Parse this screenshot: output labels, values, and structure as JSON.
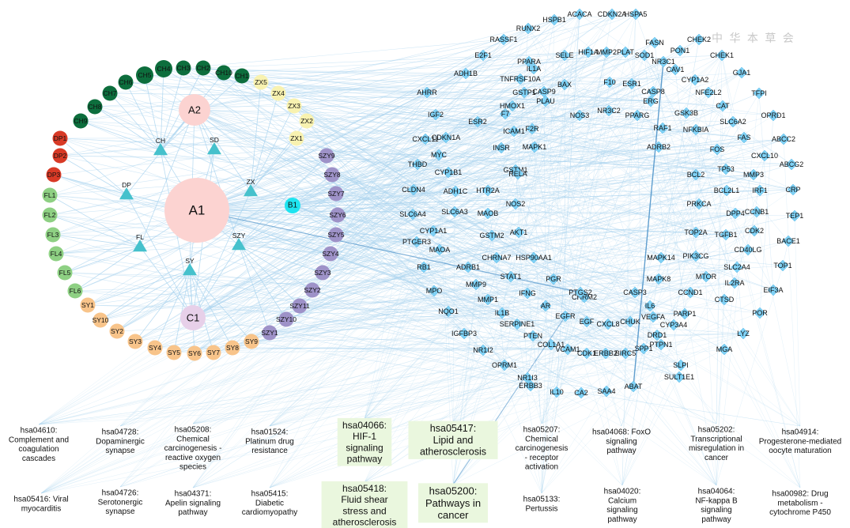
{
  "watermark": "中 华 本 草 会",
  "colors": {
    "edge": "#a9d3ef",
    "edge_strong": "#4f93c9",
    "A": "#fcd3d1",
    "B": "#1ee4f0",
    "C": "#e7d0e9",
    "herb_triangle": "#46c1cc",
    "CH": "#0d6e3d",
    "DP": "#d83a26",
    "FL": "#8ed083",
    "SY": "#f8c48a",
    "SZY": "#9e92c8",
    "ZX": "#f8f2b0",
    "gene": "#7fd1f5",
    "pathway_bg": "#eaf7de"
  },
  "big_nodes": [
    {
      "id": "A1",
      "label": "A1"
    },
    {
      "id": "A2",
      "label": "A2"
    },
    {
      "id": "B1",
      "label": "B1"
    },
    {
      "id": "C1",
      "label": "C1"
    }
  ],
  "herbs": [
    {
      "id": "CH",
      "label": "CH"
    },
    {
      "id": "SD",
      "label": "SD"
    },
    {
      "id": "DP",
      "label": "DP"
    },
    {
      "id": "ZX",
      "label": "ZX"
    },
    {
      "id": "FL",
      "label": "FL"
    },
    {
      "id": "SZY",
      "label": "SZY"
    },
    {
      "id": "SY",
      "label": "SY"
    }
  ],
  "compounds": {
    "CH": [
      "CH1",
      "CH10",
      "CH2",
      "CH3",
      "CH4",
      "CH5",
      "CH6",
      "CH7",
      "CH8",
      "CH9"
    ],
    "DP": [
      "DP1",
      "DP2",
      "DP3"
    ],
    "FL": [
      "FL1",
      "FL2",
      "FL3",
      "FL4",
      "FL5",
      "FL6"
    ],
    "SY": [
      "SY1",
      "SY10",
      "SY2",
      "SY3",
      "SY4",
      "SY5",
      "SY6",
      "SY7",
      "SY8",
      "SY9"
    ],
    "SZY": [
      "SZY1",
      "SZY10",
      "SZY11",
      "SZY2",
      "SZY3",
      "SZY4",
      "SZY5",
      "SZY6",
      "SZY7",
      "SZY8",
      "SZY9"
    ],
    "ZX": [
      "ZX1",
      "ZX2",
      "ZX3",
      "ZX4",
      "ZX5"
    ]
  },
  "genes": [
    "ACACA",
    "CDKN2A",
    "HSPA5",
    "HSPB1",
    "RUNX2",
    "FASN",
    "PON1",
    "RASSF1",
    "CHEK2",
    "E2F1",
    "SELE",
    "HIF1A",
    "MMP2",
    "PLAT",
    "SOD1",
    "PPARA",
    "NR3C1",
    "CHEK1",
    "ADH1B",
    "IL1A",
    "TNFRSF10A",
    "CAV1",
    "GJA1",
    "AHRR",
    "GSTP1",
    "BAX",
    "F10",
    "ESR1",
    "CYP1A2",
    "NFE2L2",
    "TFPI",
    "CASP9",
    "CASP8",
    "HMOX1",
    "PLAU",
    "ERG",
    "CAT",
    "IGF2",
    "F7",
    "NOS3",
    "NR3C2",
    "PPARG",
    "GSK3B",
    "OPRD1",
    "ESR2",
    "ICAM1",
    "SLC6A2",
    "CXCL11",
    "CDKN1A",
    "F2R",
    "RAF1",
    "NFKBIA",
    "FAS",
    "ABCC2",
    "MAPK1",
    "MYC",
    "INSR",
    "ADRB2",
    "FOS",
    "CXCL10",
    "THBD",
    "CYP1B1",
    "GSTM1",
    "RELA",
    "BCL2",
    "TP53",
    "MMP3",
    "ABCG2",
    "CLDN4",
    "ADH1C",
    "HTR2A",
    "BCL2L1",
    "IRF1",
    "CRP",
    "NOS2",
    "SLC6A4",
    "SLC6A3",
    "MAOB",
    "PRKCA",
    "DPP4",
    "CCNB1",
    "TEP1",
    "CYP1A1",
    "AKT1",
    "TOP2A",
    "TGFB1",
    "BACE1",
    "PTGER3",
    "GSTM2",
    "CDK2",
    "MAOA",
    "CHRNA7",
    "HSP90AA1",
    "MAPK14",
    "PIK3CG",
    "CD40LG",
    "TOP1",
    "RB1",
    "ADRB1",
    "SLC2A4",
    "STAT1",
    "PGR",
    "MAPK8",
    "MTOR",
    "MMP9",
    "IL2RA",
    "MPO",
    "CHRM2",
    "CASP3",
    "EIF3A",
    "PTGS2",
    "CCND1",
    "IFNG",
    "MMP1",
    "AR",
    "IL6",
    "CTSD",
    "NQO1",
    "IL1B",
    "EGFR",
    "EGF",
    "CXCL8",
    "CHUK",
    "VEGFA",
    "PARP1",
    "POR",
    "CYP3A4",
    "IGFBP3",
    "SERPINE1",
    "PTEN",
    "COL1A1",
    "DRD1",
    "LYZ",
    "PTPN1",
    "NR1I2",
    "VCAM1",
    "CDK1",
    "ERBB2",
    "BIRC5",
    "SPP1",
    "MGA",
    "OPRM1",
    "NR1I3",
    "SULT1E1",
    "SLPI",
    "ERBB3",
    "IL10",
    "CA2",
    "SAA4",
    "ABAT"
  ],
  "pathways_top": [
    [
      "hsa04610:",
      "Complement and",
      "coagulation",
      "cascades"
    ],
    [
      "hsa04728:",
      "Dopaminergic",
      "synapse"
    ],
    [
      "hsa05208:",
      "Chemical",
      "carcinogenesis -",
      "reactive oxygen",
      "species"
    ],
    [
      "hsa01524:",
      "Platinum drug",
      "resistance"
    ],
    [
      "hsa04066:",
      "HIF-1",
      "signaling",
      "pathway"
    ],
    [
      "hsa05417:",
      "Lipid and",
      "atherosclerosis"
    ],
    [
      "hsa05207:",
      "Chemical",
      "carcinogenesis",
      "- receptor",
      "activation"
    ],
    [
      "hsa04068: FoxO",
      "signaling",
      "pathway"
    ],
    [
      "hsa05202:",
      "Transcriptional",
      "misregulation in",
      "cancer"
    ],
    [
      "hsa04914:",
      "Progesterone-mediated",
      "oocyte maturation"
    ]
  ],
  "pathways_bottom": [
    [
      "hsa05416: Viral",
      "myocarditis"
    ],
    [
      "hsa04726:",
      "Serotonergic",
      "synapse"
    ],
    [
      "hsa04371:",
      "Apelin signaling",
      "pathway"
    ],
    [
      "hsa05415:",
      "Diabetic",
      "cardiomyopathy"
    ],
    [
      "hsa05418:",
      "Fluid shear",
      "stress and",
      "atherosclerosis"
    ],
    [
      "hsa05200:",
      "Pathways in",
      "cancer"
    ],
    [
      "hsa05133:",
      "Pertussis"
    ],
    [
      "hsa04020:",
      "Calcium",
      "signaling",
      "pathway"
    ],
    [
      "hsa04064:",
      "NF-kappa B",
      "signaling",
      "pathway"
    ],
    [
      "hsa00982: Drug",
      "metabolism -",
      "cytochrome P450"
    ]
  ]
}
